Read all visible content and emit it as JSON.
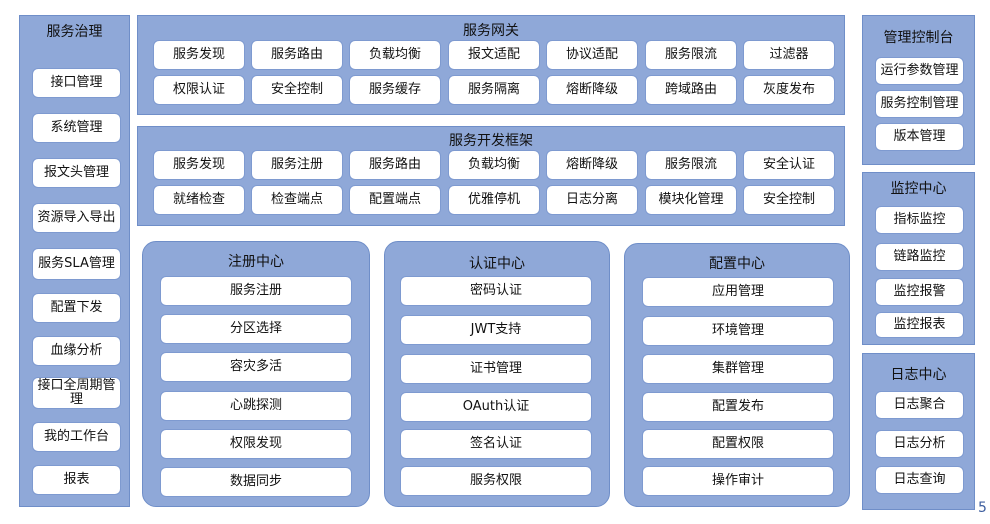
{
  "governance": {
    "title": "服务治理",
    "items": [
      "接口管理",
      "系统管理",
      "报文头管理",
      "资源导入导出",
      "服务SLA管理",
      "配置下发",
      "血缘分析",
      "接口全周期管理",
      "我的工作台",
      "报表"
    ]
  },
  "gateway": {
    "title": "服务网关",
    "items": [
      "服务发现",
      "服务路由",
      "负载均衡",
      "报文适配",
      "协议适配",
      "服务限流",
      "过滤器",
      "权限认证",
      "安全控制",
      "服务缓存",
      "服务隔离",
      "熔断降级",
      "跨域路由",
      "灰度发布"
    ]
  },
  "framework": {
    "title": "服务开发框架",
    "items": [
      "服务发现",
      "服务注册",
      "服务路由",
      "负载均衡",
      "熔断降级",
      "服务限流",
      "安全认证",
      "就绪检查",
      "检查端点",
      "配置端点",
      "优雅停机",
      "日志分离",
      "模块化管理",
      "安全控制"
    ]
  },
  "registry": {
    "title": "注册中心",
    "items": [
      "服务注册",
      "分区选择",
      "容灾多活",
      "心跳探测",
      "权限发现",
      "数据同步"
    ]
  },
  "auth": {
    "title": "认证中心",
    "items": [
      "密码认证",
      "JWT支持",
      "证书管理",
      "OAuth认证",
      "签名认证",
      "服务权限"
    ]
  },
  "config": {
    "title": "配置中心",
    "items": [
      "应用管理",
      "环境管理",
      "集群管理",
      "配置发布",
      "配置权限",
      "操作审计"
    ]
  },
  "console": {
    "title": "管理控制台",
    "items": [
      "运行参数管理",
      "服务控制管理",
      "版本管理"
    ]
  },
  "monitor": {
    "title": "监控中心",
    "items": [
      "指标监控",
      "链路监控",
      "监控报警",
      "监控报表"
    ]
  },
  "log": {
    "title": "日志中心",
    "items": [
      "日志聚合",
      "日志分析",
      "日志查询"
    ]
  },
  "page_number": "5",
  "colors": {
    "panel": "#8fa8d8",
    "panel_border": "#6f8ec8",
    "box": "#ffffff",
    "box_border": "#7e9ad0"
  }
}
